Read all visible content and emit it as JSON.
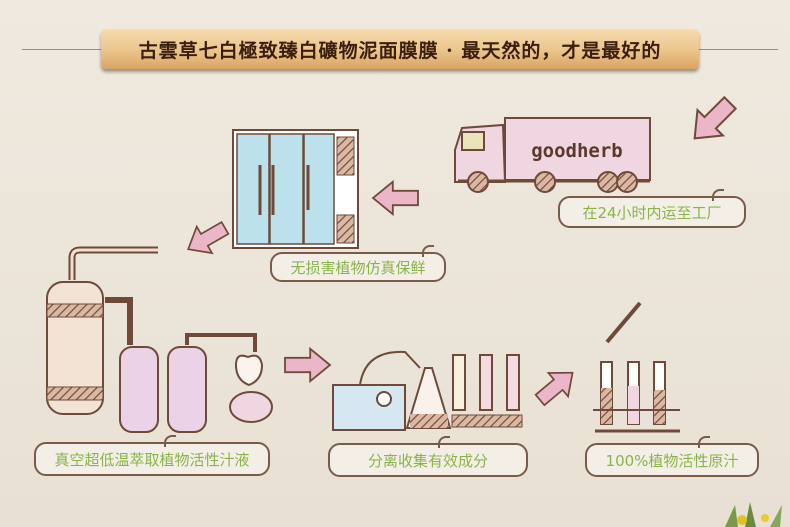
{
  "banner": {
    "title": "古雲草七白極致臻白礦物泥面膜膜 · 最天然的，才是最好的"
  },
  "truck": {
    "brand": "goodherb"
  },
  "steps": [
    {
      "label": "在24小时内运至工厂"
    },
    {
      "label": "无损害植物仿真保鲜"
    },
    {
      "label": "真空超低温萃取植物活性汁液"
    },
    {
      "label": "分离收集有效成分"
    },
    {
      "label": "100%植物活性原汁"
    }
  ],
  "colors": {
    "arrow": "#e9b6c8",
    "label_text": "#8ab44a",
    "outline": "#7a5a48",
    "banner": "#e6bb7e"
  }
}
